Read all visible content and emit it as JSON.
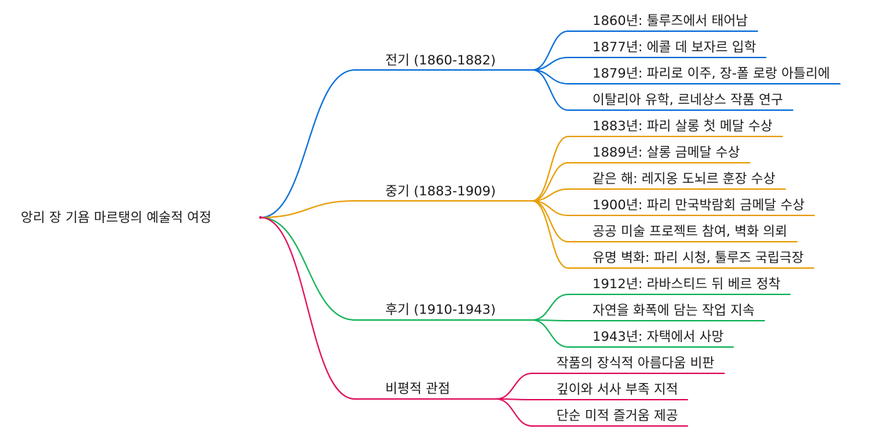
{
  "root": {
    "label": "앙리 장 기욤 마르탱의 예술적 여정"
  },
  "branches": [
    {
      "label": "전기 (1860-1882)",
      "color": "#0a6fd8",
      "children": [
        "1860년: 툴루즈에서 태어남",
        "1877년: 에콜 데 보자르 입학",
        "1879년: 파리로 이주, 장-폴 로랑 아틀리에",
        "이탈리아 유학, 르네상스 작품 연구"
      ]
    },
    {
      "label": "중기 (1883-1909)",
      "color": "#e89e0a",
      "children": [
        "1883년: 파리 살롱 첫 메달 수상",
        "1889년: 살롱 금메달 수상",
        "같은 해: 레지옹 도뇌르 훈장 수상",
        "1900년: 파리 만국박람회 금메달 수상",
        "공공 미술 프로젝트 참여, 벽화 의뢰",
        "유명 벽화: 파리 시청, 툴루즈 국립극장"
      ]
    },
    {
      "label": "후기 (1910-1943)",
      "color": "#14b35a",
      "children": [
        "1912년: 라바스티드 뒤 베르 정착",
        "자연을 화폭에 담는 작업 지속",
        "1943년: 자택에서 사망"
      ]
    },
    {
      "label": "비평적 관점",
      "color": "#e0115f",
      "children": [
        "작품의 장식적 아름다움 비판",
        "깊이와 서사 부족 지적",
        "단순 미적 즐거움 제공"
      ]
    }
  ]
}
